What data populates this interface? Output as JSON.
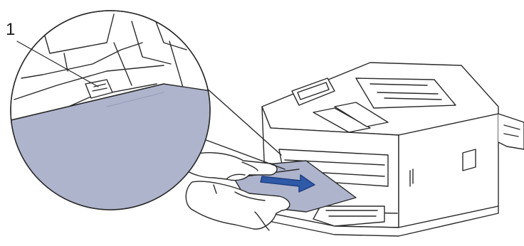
{
  "callout": {
    "number": "1"
  },
  "colors": {
    "line": "#2a2a2a",
    "paper_fill": "#aeb4cc",
    "paper_fill_light": "#c6cbe0",
    "arrow_fill": "#2f5aa8",
    "background": "#ffffff"
  },
  "icons": [
    "printer-illustration",
    "hand-illustration",
    "paper-sheet",
    "direction-arrow",
    "magnifier-circle",
    "paper-guide"
  ]
}
